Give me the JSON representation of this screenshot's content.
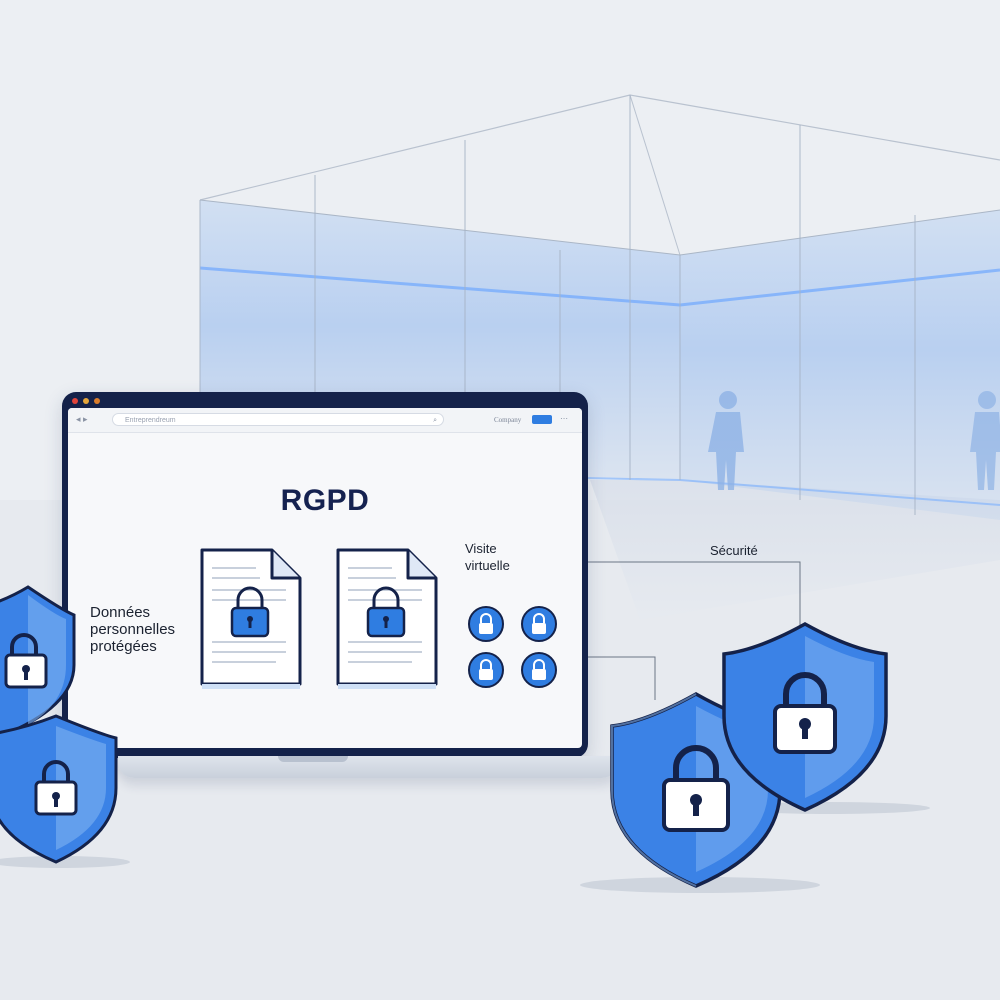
{
  "browser": {
    "url_text": "Entreprendreum",
    "link_label": "Company",
    "nav_icons": "◂ ▸",
    "search_icon": "⌕",
    "menu_icon": "⋯"
  },
  "main": {
    "title": "RGPD"
  },
  "labels": {
    "personal_data": [
      "Données",
      "personnelles",
      "protégées"
    ],
    "virtual_tour": [
      "Visite",
      "virtuelle"
    ],
    "security": "Sécurité"
  },
  "colors": {
    "accent": "#2f7de1",
    "navy": "#14224a",
    "shield": "#3b82e6",
    "shield_light": "#7fb2f2",
    "glass": "#a9c8ef"
  }
}
